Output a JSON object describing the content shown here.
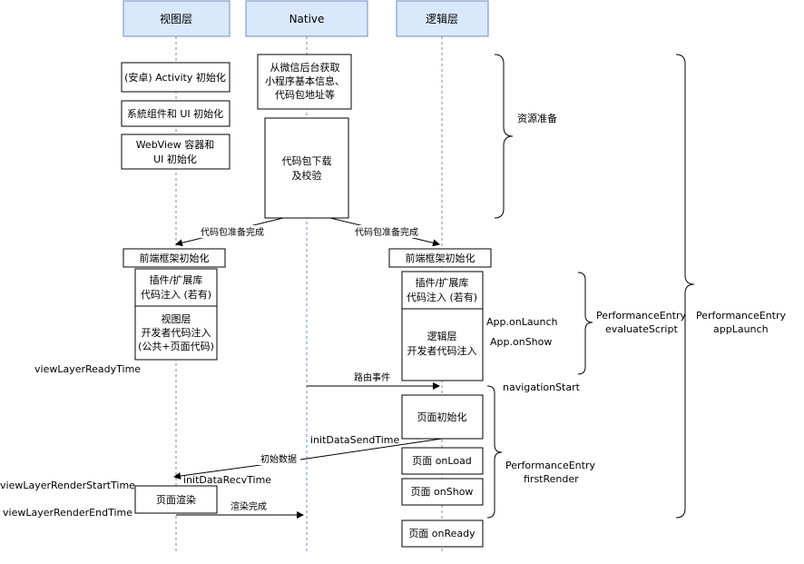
{
  "lanes": {
    "view": "视图层",
    "native": "Native",
    "logic": "逻辑层"
  },
  "view_layer": {
    "activity_init": "(安卓) Activity 初始化",
    "system_ui_init": "系統组件和 UI 初始化",
    "webview_init_1": "WebView 容器和",
    "webview_init_2": "UI 初始化",
    "framework_init": "前端框架初始化",
    "plugin_inject_1": "插件/扩展库",
    "plugin_inject_2": "代码注入 (若有)",
    "dev_inject_1": "视图层",
    "dev_inject_2": "开发者代码注入",
    "dev_inject_3": "(公共+页面代码)",
    "page_render": "页面渲染"
  },
  "native": {
    "fetch_info_1": "从微信后台获取",
    "fetch_info_2": "小程序基本信息、",
    "fetch_info_3": "代码包地址等",
    "download_1": "代码包下载",
    "download_2": "及校验"
  },
  "logic_layer": {
    "framework_init": "前端框架初始化",
    "plugin_inject_1": "插件/扩展库",
    "plugin_inject_2": "代码注入 (若有)",
    "dev_inject_1": "逻辑层",
    "dev_inject_2": "开发者代码注入",
    "page_init": "页面初始化",
    "page_onload": "页面 onLoad",
    "page_onshow": "页面 onShow",
    "page_onready": "页面 onReady"
  },
  "messages": {
    "pkg_ready_left": "代码包准备完成",
    "pkg_ready_right": "代码包准备完成",
    "route_event": "路由事件",
    "init_data": "初始数据",
    "render_done": "渲染完成"
  },
  "timings": {
    "view_layer_ready": "viewLayerReadyTime",
    "app_onlaunch": "App.onLaunch",
    "app_onshow": "App.onShow",
    "navigation_start": "navigationStart",
    "init_data_send": "initDataSendTime",
    "init_data_recv": "initDataRecvTime",
    "render_start": "viewLayerRenderStartTime",
    "render_end": "viewLayerRenderEndTime"
  },
  "phases": {
    "resource_prep": "资源准备",
    "evaluate_1": "PerformanceEntry",
    "evaluate_2": "evaluateScript",
    "first_render_1": "PerformanceEntry",
    "first_render_2": "firstRender",
    "app_launch_1": "PerformanceEntry",
    "app_launch_2": "appLaunch"
  },
  "colors": {
    "lane_fill": "#dae8fc",
    "lane_stroke": "#6c8ebf",
    "line": "#000000"
  }
}
